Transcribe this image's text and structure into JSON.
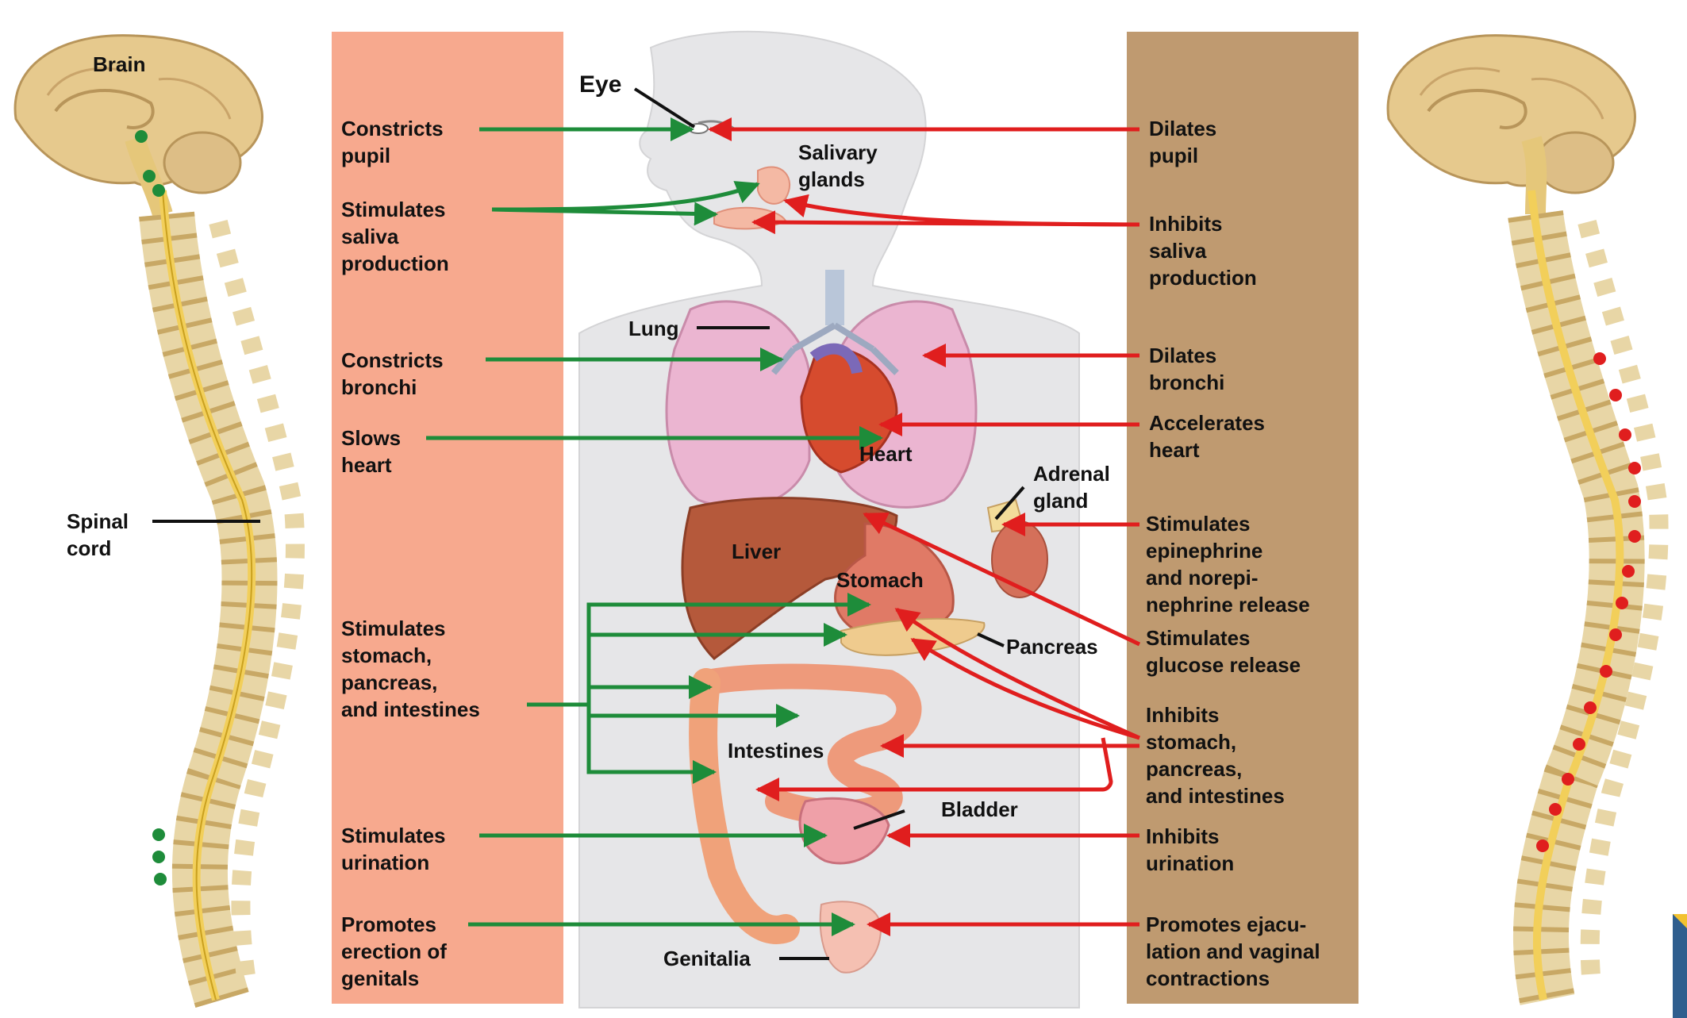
{
  "colors": {
    "parasympathetic_panel": "#F7A98E",
    "sympathetic_panel": "#BF9A70",
    "parasympathetic_arrow": "#1E8C3A",
    "sympathetic_arrow": "#E01E1E",
    "label_text": "#111111"
  },
  "left_spine": {
    "brain_label": "Brain",
    "cord_label": "Spinal\ncord"
  },
  "parasympathetic_effects": [
    "Constricts\npupil",
    "Stimulates\nsaliva\nproduction",
    "Constricts\nbronchi",
    "Slows\nheart",
    "Stimulates\nstomach,\npancreas,\nand intestines",
    "Stimulates\nurination",
    "Promotes\nerection of\ngenitals"
  ],
  "sympathetic_effects": [
    "Dilates\npupil",
    "Inhibits\nsaliva\nproduction",
    "Dilates\nbronchi",
    "Accelerates\nheart",
    "Stimulates\nepinephrine\nand norepi-\nnephrine release",
    "Stimulates\nglucose release",
    "Inhibits\nstomach,\npancreas,\nand intestines",
    "Inhibits\nurination",
    "Promotes ejacu-\nlation and vaginal\ncontractions"
  ],
  "organs": {
    "eye": "Eye",
    "salivary": "Salivary\nglands",
    "lung": "Lung",
    "heart": "Heart",
    "adrenal": "Adrenal\ngland",
    "liver": "Liver",
    "stomach": "Stomach",
    "pancreas": "Pancreas",
    "intestines": "Intestines",
    "bladder": "Bladder",
    "genitalia": "Genitalia"
  }
}
